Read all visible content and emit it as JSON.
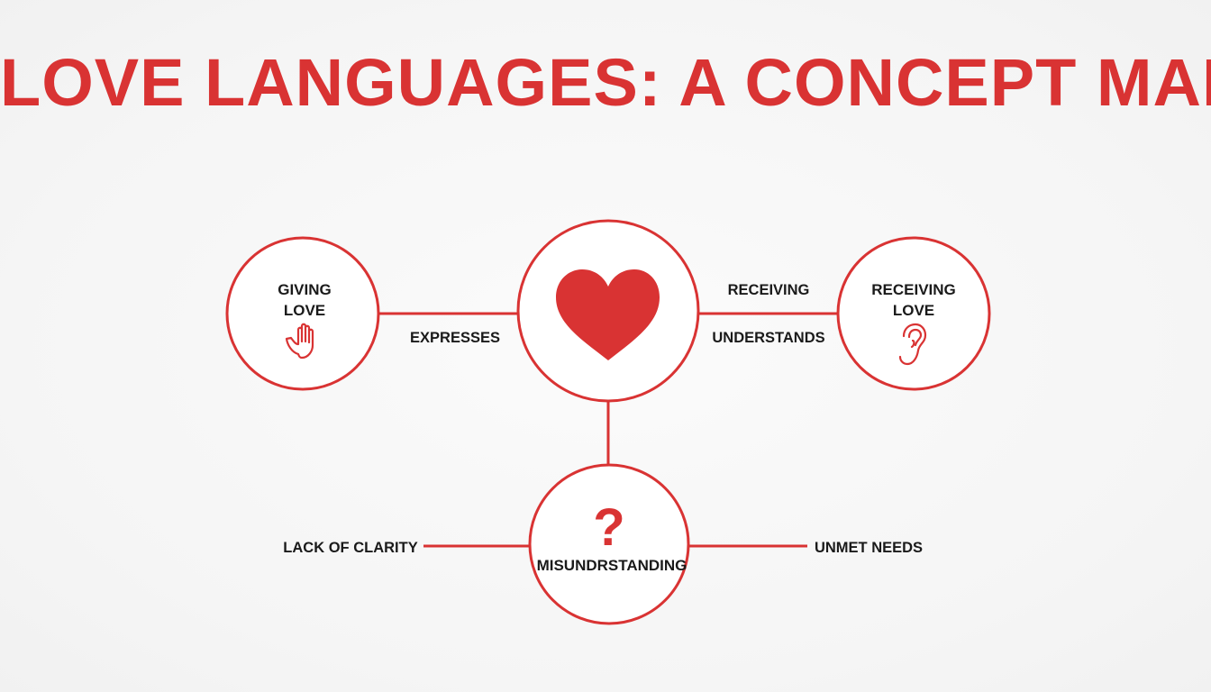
{
  "title": "LOVE LANGUAGES: A CONCEPT MAP",
  "colors": {
    "accent": "#d93333",
    "text": "#1a1a1a",
    "background": "#f7f7f7"
  },
  "nodes": {
    "giving": {
      "line1": "GIVING",
      "line2": "LOVE",
      "icon": "hand-icon"
    },
    "center": {
      "icon": "heart-icon"
    },
    "receiving": {
      "line1": "RECEIVING",
      "line2": "LOVE",
      "icon": "ear-icon"
    },
    "misunderstanding": {
      "label": "MISUNDRSTANDING",
      "icon": "question-mark-icon",
      "glyph": "?"
    }
  },
  "edges": {
    "expresses": "EXPRESSES",
    "receiving": "RECEIVING",
    "understands": "UNDERSTANDS",
    "lack_of_clarity": "LACK OF CLARITY",
    "unmet_needs": "UNMET NEEDS"
  }
}
